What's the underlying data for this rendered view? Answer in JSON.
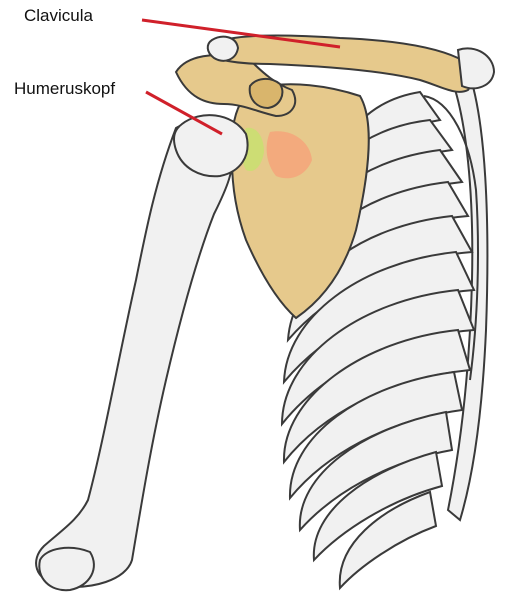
{
  "labels": {
    "clavicula": "Clavicula",
    "humeruskopf": "Humeruskopf"
  },
  "colors": {
    "leader_line": "#d0202a",
    "bone_fill": "#f1f1f1",
    "bone_outline": "#3a3a3a",
    "scapula_fill": "#e6c98c",
    "scapula_shade": "#d9b56c",
    "glenoid_highlight": "#c8e070",
    "subscapular_highlight": "#f5a47a"
  },
  "structures": [
    "clavicle",
    "scapula",
    "humerus",
    "rib-cage",
    "sternum"
  ]
}
